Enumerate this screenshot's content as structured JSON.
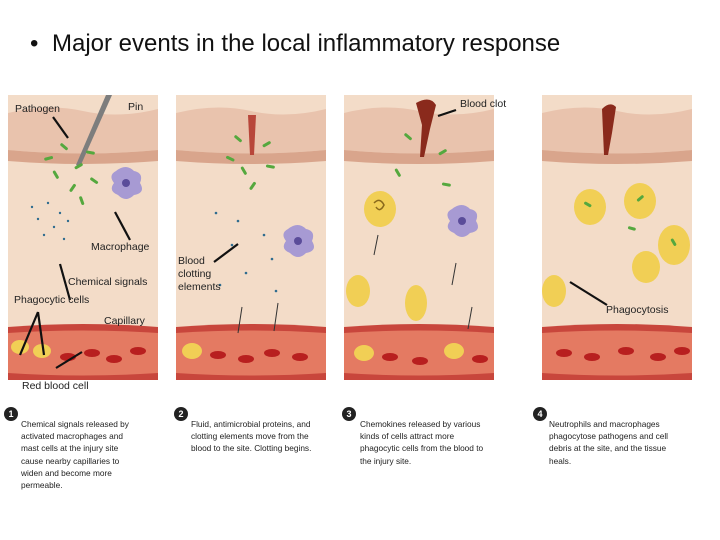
{
  "title": "Major events in the local inflammatory response",
  "labels": {
    "pathogen": "Pathogen",
    "pin": "Pin",
    "blood_clot": "Blood clot",
    "macrophage": "Macrophage",
    "chemical_signals": "Chemical signals",
    "phagocytic_cells": "Phagocytic cells",
    "blood_clotting_elements": "Blood clotting elements",
    "capillary": "Capillary",
    "phagocytosis": "Phagocytosis",
    "red_blood_cell": "Red blood cell"
  },
  "steps": [
    {
      "number": "1",
      "text": "Chemical signals released by activated macrophages and mast cells at the injury site cause nearby capillaries to widen and become more permeable."
    },
    {
      "number": "2",
      "text": "Fluid, antimicrobial proteins, and clotting elements move from the blood to the site. Clotting begins."
    },
    {
      "number": "3",
      "text": "Chemokines released by various kinds of cells attract more phagocytic cells from the blood to the injury site."
    },
    {
      "number": "4",
      "text": "Neutrophils and macrophages phagocytose pathogens and cell debris at the site, and the tissue heals."
    }
  ],
  "colors": {
    "skin": "#e9c3ad",
    "tissue": "#f3dcc8",
    "vessel": "#c8463c",
    "rbc": "#b81f1f",
    "phagocyte": "#f1cf55",
    "bacteria": "#55a83e",
    "macrophage": "#a79ad3",
    "clot": "#8a2a1c"
  }
}
